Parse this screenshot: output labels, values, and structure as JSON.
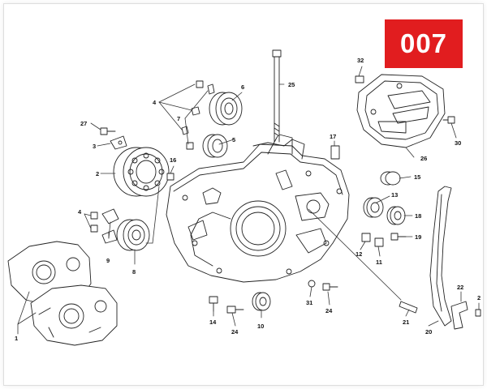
{
  "diagram_id": "007",
  "callouts": [
    {
      "id": "c1",
      "label": "1"
    },
    {
      "id": "c2",
      "label": "2"
    },
    {
      "id": "c3",
      "label": "3"
    },
    {
      "id": "c4a",
      "label": "4"
    },
    {
      "id": "c4b",
      "label": "4"
    },
    {
      "id": "c5",
      "label": "5"
    },
    {
      "id": "c6",
      "label": "6"
    },
    {
      "id": "c7",
      "label": "7"
    },
    {
      "id": "c8",
      "label": "8"
    },
    {
      "id": "c9",
      "label": "9"
    },
    {
      "id": "c10",
      "label": "10"
    },
    {
      "id": "c11",
      "label": "11"
    },
    {
      "id": "c12",
      "label": "12"
    },
    {
      "id": "c13",
      "label": "13"
    },
    {
      "id": "c14",
      "label": "14"
    },
    {
      "id": "c15",
      "label": "15"
    },
    {
      "id": "c16",
      "label": "16"
    },
    {
      "id": "c17",
      "label": "17"
    },
    {
      "id": "c18",
      "label": "18"
    },
    {
      "id": "c19",
      "label": "19"
    },
    {
      "id": "c20",
      "label": "20"
    },
    {
      "id": "c21",
      "label": "21"
    },
    {
      "id": "c22",
      "label": "22"
    },
    {
      "id": "c24a",
      "label": "24"
    },
    {
      "id": "c24b",
      "label": "24"
    },
    {
      "id": "c25",
      "label": "25"
    },
    {
      "id": "c26",
      "label": "26"
    },
    {
      "id": "c27",
      "label": "27"
    },
    {
      "id": "c2b",
      "label": "2"
    },
    {
      "id": "c30",
      "label": "30"
    },
    {
      "id": "c31",
      "label": "31"
    },
    {
      "id": "c32",
      "label": "32"
    }
  ]
}
